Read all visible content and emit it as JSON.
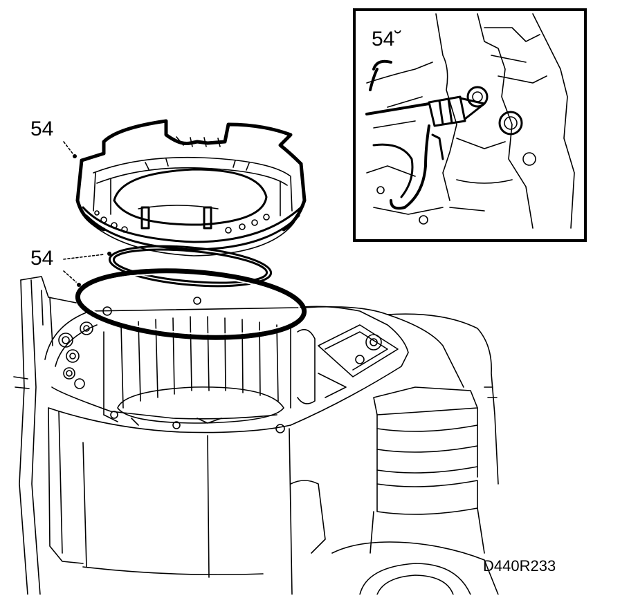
{
  "callouts": {
    "ring_assembly": "54",
    "o_rings": "54",
    "inset_part": "54˘"
  },
  "figure_code": "D440R233",
  "colors": {
    "ink": "#000000",
    "paper": "#ffffff"
  }
}
